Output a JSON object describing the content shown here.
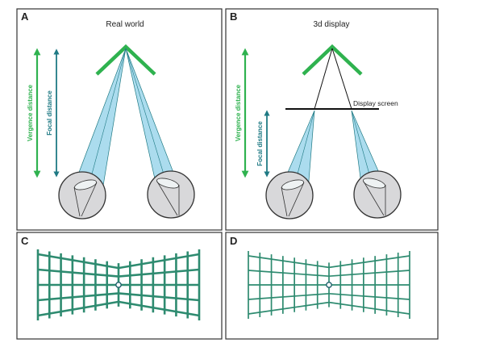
{
  "panels": {
    "a": {
      "letter": "A",
      "title": "Real world",
      "vergence_label": "Vergence distance",
      "focal_label": "Focal distance"
    },
    "b": {
      "letter": "B",
      "title": "3d display",
      "vergence_label": "Vergence distance",
      "focal_label": "Focal distance",
      "screen_label": "Display screen"
    },
    "c": {
      "letter": "C"
    },
    "d": {
      "letter": "D"
    }
  },
  "colors": {
    "vergence_green": "#2fb24f",
    "focal_teal": "#1f7a84",
    "cone_fill": "#8fd0e8",
    "eye_fill": "#d8d8da",
    "grid_green": "#2e8b70",
    "border": "#333333"
  },
  "icons": [
    "eye-icon",
    "target-chevron-icon",
    "fixation-circle-icon"
  ]
}
